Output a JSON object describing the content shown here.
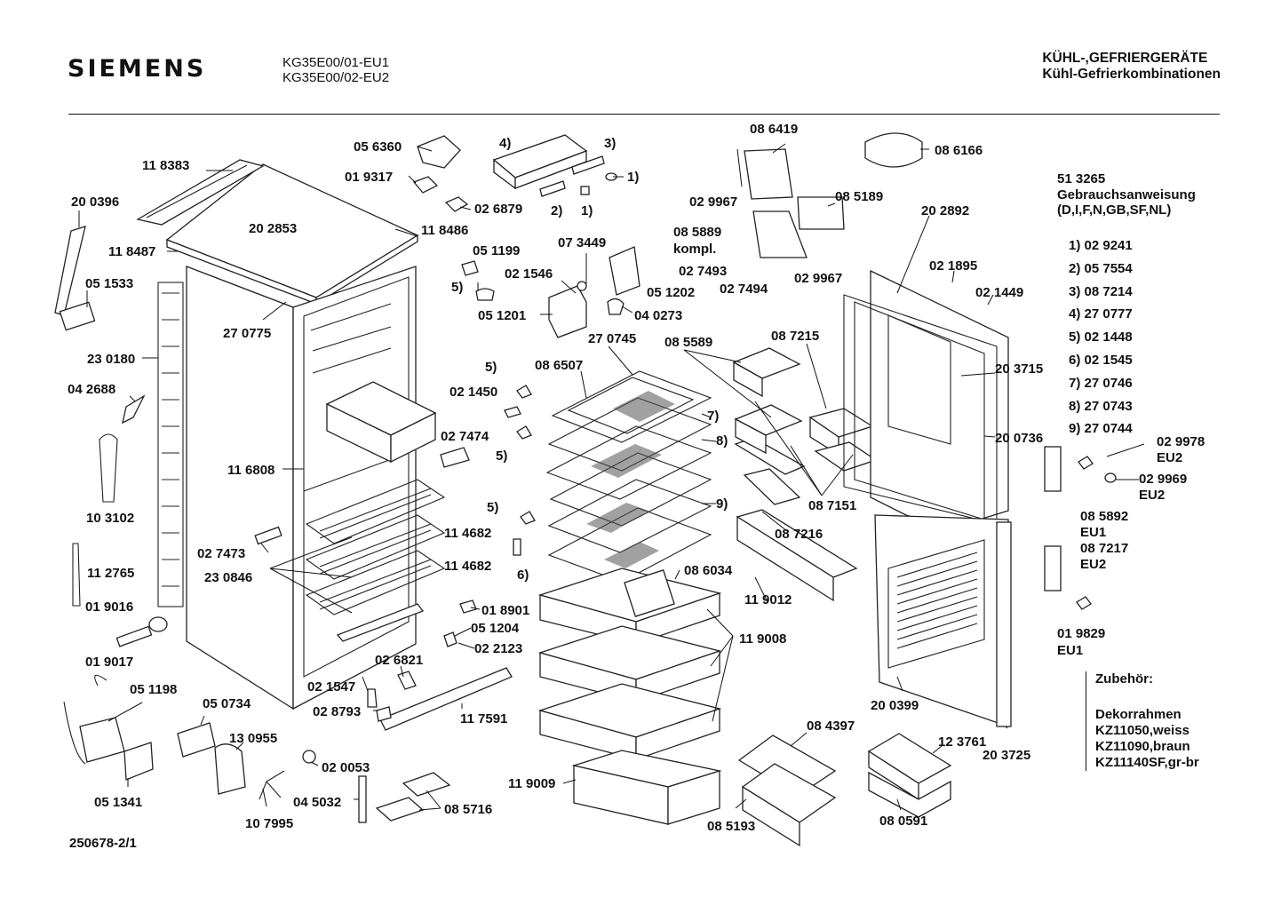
{
  "header": {
    "brand": "SIEMENS",
    "model_1": "KG35E00/01-EU1",
    "model_2": "KG35E00/02-EU2",
    "category_1": "KÜHL-,GEFRIERGERÄTE",
    "category_2": "Kühl-Gefrierkombinationen"
  },
  "side_info": {
    "doc_number": "51 3265",
    "doc_title": "Gebrauchsanweisung",
    "doc_langs": "(D,I,F,N,GB,SF,NL)",
    "key_parts": [
      "1) 02 9241",
      "2) 05 7554",
      "3) 08 7214",
      "4) 27 0777",
      "5) 02 1448",
      "6) 02 1545",
      "7) 27 0746",
      "8) 27 0743",
      "9) 27 0744"
    ]
  },
  "accessories": {
    "heading": "Zubehör:",
    "item_title": "Dekorrahmen",
    "items": [
      "KZ11050,weiss",
      "KZ11090,braun",
      "KZ11140SF,gr-br"
    ]
  },
  "footer": {
    "drawing_number": "250678-2/1"
  },
  "part_labels": {
    "p_118383": "11 8383",
    "p_200396": "20 0396",
    "p_202853": "20 2853",
    "p_118487": "11 8487",
    "p_118486": "11 8486",
    "p_051533": "05 1533",
    "p_270775": "27 0775",
    "p_230180": "23 0180",
    "p_042688": "04 2688",
    "p_116808": "11 6808",
    "p_103102": "10 3102",
    "p_112765": "11 2765",
    "p_027473": "02 7473",
    "p_230846": "23 0846",
    "p_019016": "01 9016",
    "p_019017": "01 9017",
    "p_056360": "05 6360",
    "p_019317": "01 9317",
    "p_026879": "02 6879",
    "p_q4": "4)",
    "p_q3": "3)",
    "p_q2": "2)",
    "p_q1a": "1)",
    "p_q1b": "1)",
    "p_051199": "05 1199",
    "p_073449": "07 3449",
    "p_021546": "02 1546",
    "p_q5a": "5)",
    "p_051202": "05 1202",
    "p_051201": "05 1201",
    "p_040273": "04 0273",
    "p_086419": "08 6419",
    "p_086166": "08 6166",
    "p_029967a": "02 9967",
    "p_085189": "08 5189",
    "p_085889": "08 5889",
    "p_kompl": "kompl.",
    "p_027493": "02 7493",
    "p_027494": "02 7494",
    "p_029967b": "02 9967",
    "p_202892": "20 2892",
    "p_021895": "02 1895",
    "p_021449": "02 1449",
    "p_270745": "27 0745",
    "p_085589": "08 5589",
    "p_087215": "08 7215",
    "p_q5b": "5)",
    "p_086507": "08 6507",
    "p_021450": "02 1450",
    "p_q7": "7)",
    "p_027474": "02 7474",
    "p_q8": "8)",
    "p_q5c": "5)",
    "p_203715": "20 3715",
    "p_200736": "20 0736",
    "p_029978": "02 9978",
    "p_eu2a": "EU2",
    "p_029969": "02 9969",
    "p_eu2b": "EU2",
    "p_087151": "08 7151",
    "p_q9": "9)",
    "p_q5d": "5)",
    "p_114682a": "11 4682",
    "p_114682b": "11 4682",
    "p_q6": "6)",
    "p_087216": "08 7216",
    "p_085892": "08 5892",
    "p_eu1a": "EU1",
    "p_087217": "08 7217",
    "p_eu2c": "EU2",
    "p_086034": "08 6034",
    "p_119012": "11 9012",
    "p_018901": "01 8901",
    "p_051204": "05 1204",
    "p_022123": "02 2123",
    "p_119008": "11 9008",
    "p_019829": "01 9829",
    "p_eu1b": "EU1",
    "p_026821": "02 6821",
    "p_051198": "05 1198",
    "p_050734": "05 0734",
    "p_021547": "02 1547",
    "p_117591": "11 7591",
    "p_200399": "20 0399",
    "p_130955": "13 0955",
    "p_028793": "02 8793",
    "p_084397": "08 4397",
    "p_123761": "12 3761",
    "p_203725": "20 3725",
    "p_020053": "02 0053",
    "p_119009": "11 9009",
    "p_051341": "05 1341",
    "p_045032": "04 5032",
    "p_085716": "08 5716",
    "p_107995": "10 7995",
    "p_085193": "08 5193",
    "p_080591": "08 0591"
  }
}
